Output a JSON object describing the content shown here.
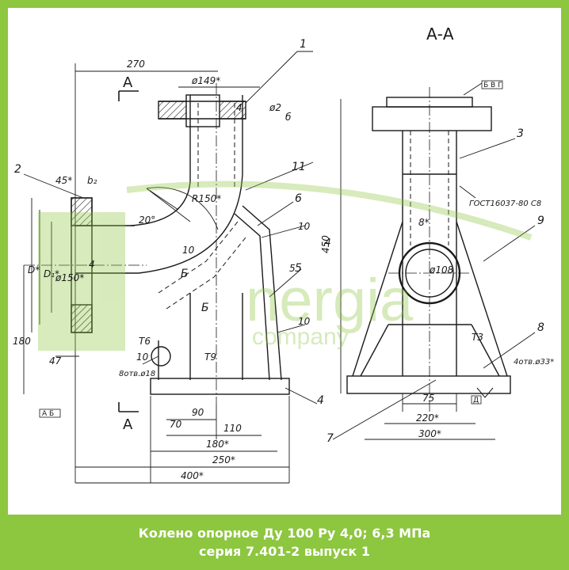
{
  "caption": {
    "line1": "Колено опорное Ду 100 Ру 4,0; 6,3 МПа",
    "line2": "серия 7.401-2 выпуск 1"
  },
  "watermark": {
    "word": "nergia",
    "sub": "company",
    "color": "#8dc63f"
  },
  "colors": {
    "frame": "#8dc63f",
    "ink": "#1a1a1a"
  },
  "section_title": "А-А",
  "section_marks": [
    "А",
    "А"
  ],
  "view_marks": [
    "Б",
    "Б"
  ],
  "callouts": [
    "1",
    "2",
    "3",
    "4",
    "5",
    "6",
    "7",
    "8",
    "9",
    "10",
    "10",
    "10",
    "11"
  ],
  "dims": {
    "d270": "270",
    "d149": "ø149*",
    "d4a": "4",
    "d2a": "ø2",
    "d6a": "б",
    "d45": "45*",
    "db2": "b₂",
    "dD": "D*",
    "dD1": "D₁*",
    "d150": "ø150*",
    "d4b": "4",
    "d180": "180",
    "d47": "47",
    "dR150": "R150*",
    "d20": "20°",
    "d5": "5",
    "dT6": "T6",
    "d8kv": "8отв.ø18",
    "dT9": "T9",
    "d70": "70",
    "d90": "90",
    "d110": "110",
    "d180b": "180*",
    "d250": "250*",
    "d400": "400*",
    "d450": "450",
    "d8": "8*",
    "d108": "ø108",
    "dgost": "ГОСТ16037-80 С8",
    "dT3": "T3",
    "d4otv": "4отв.ø33*",
    "d75": "75",
    "d220": "220*",
    "d300": "300*",
    "d4c": "4",
    "tag_bv": "Б В Г",
    "tag_ab": "А Б",
    "tag_d": "Д",
    "d10a": "10"
  }
}
